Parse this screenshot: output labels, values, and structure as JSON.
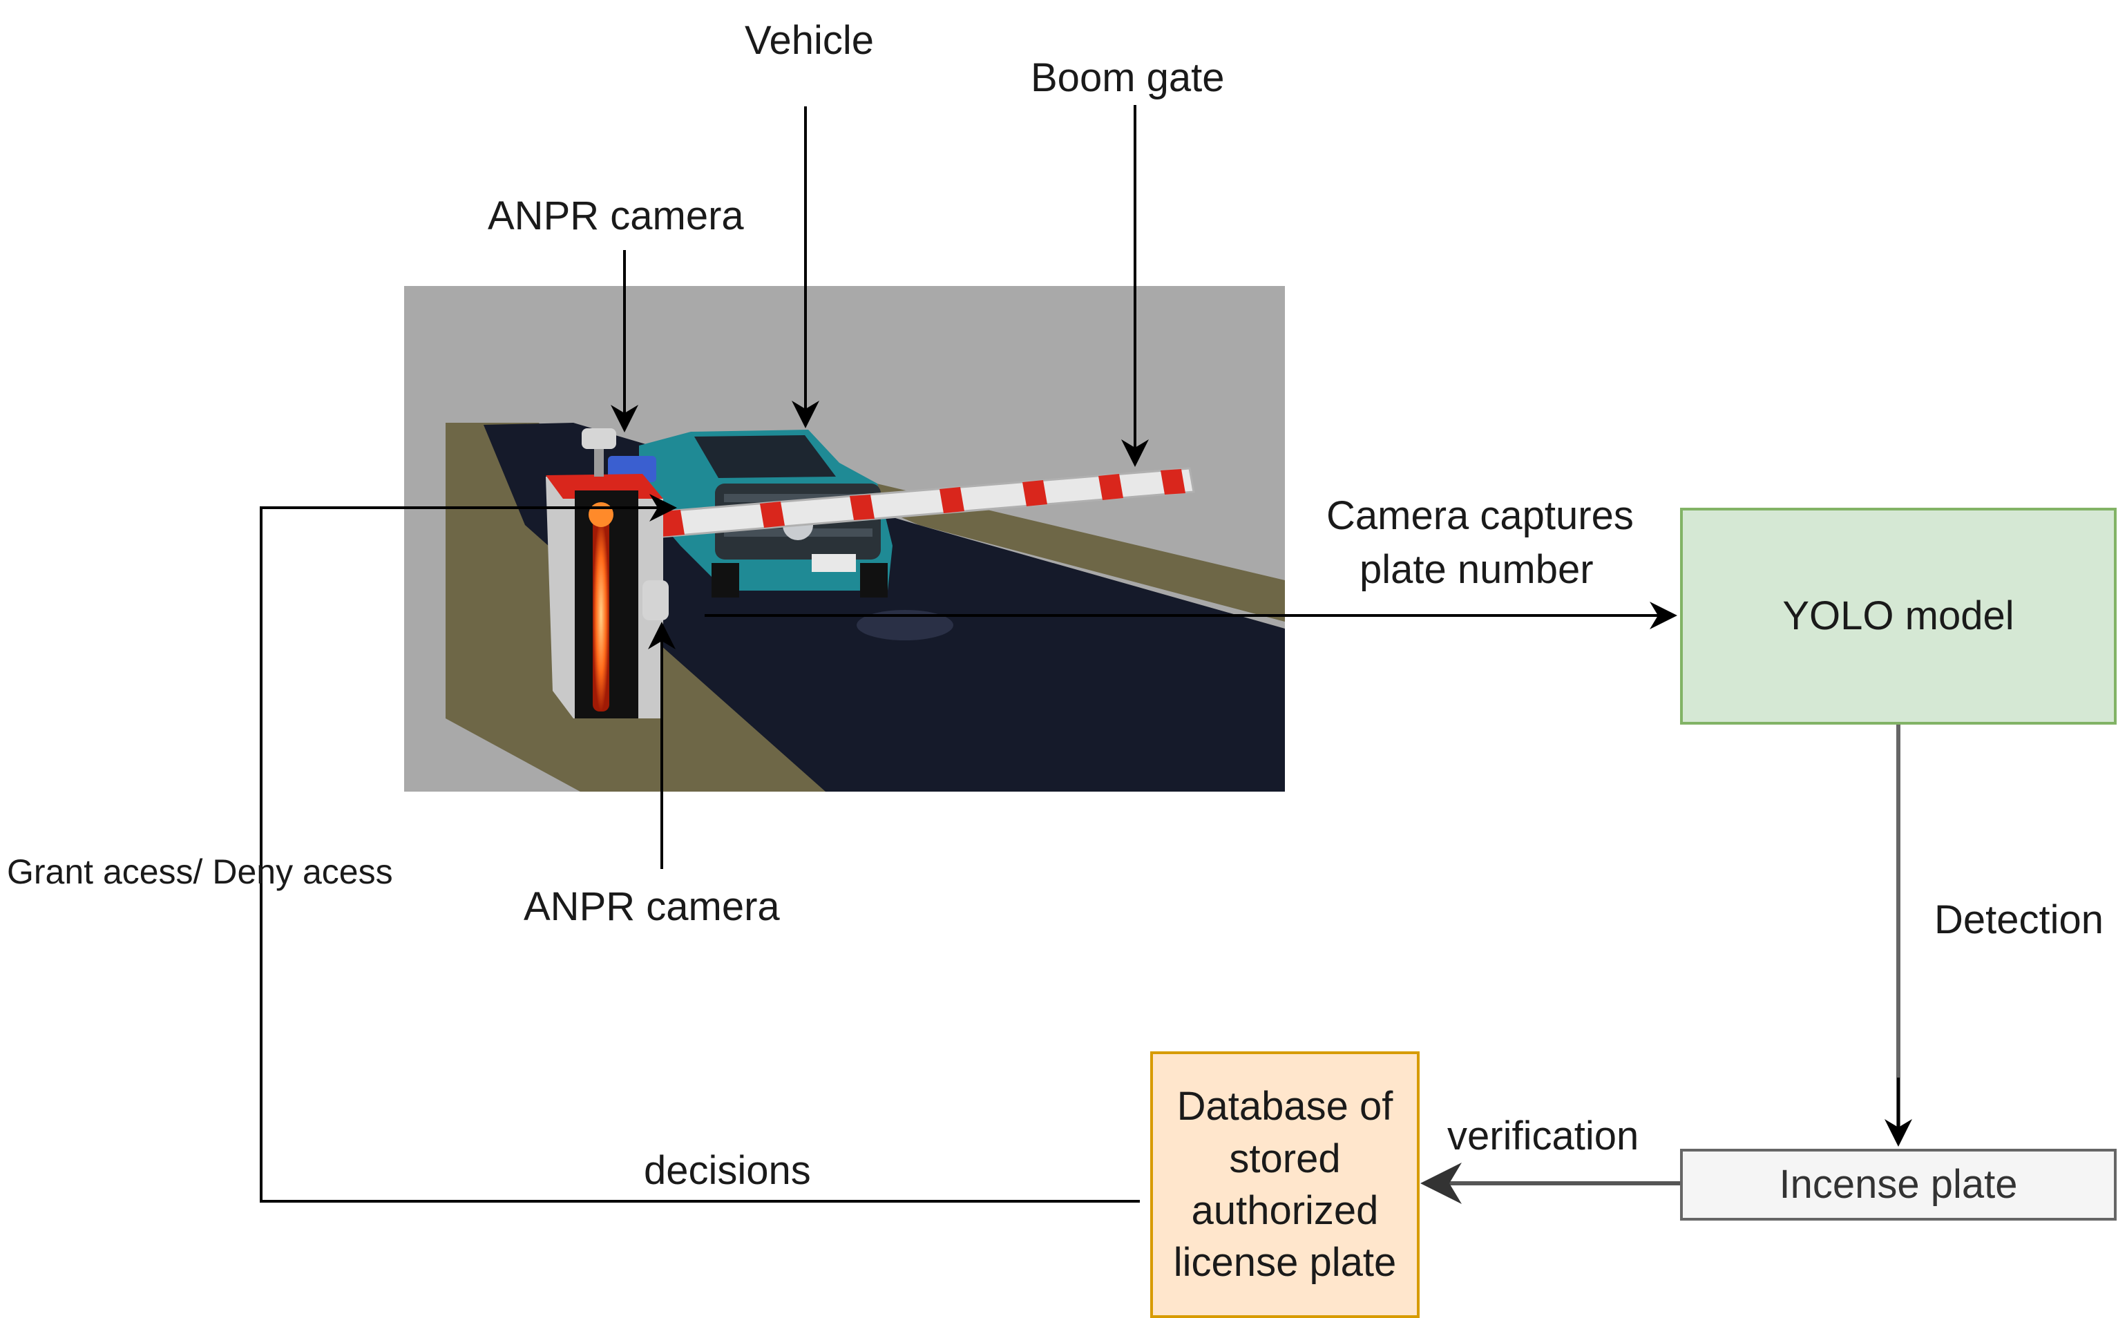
{
  "labels": {
    "vehicle": "Vehicle",
    "boom_gate": "Boom gate",
    "anpr_camera_top": "ANPR camera",
    "anpr_camera_bottom": "ANPR camera",
    "camera_captures_line1": "Camera captures",
    "camera_captures_line2": "plate number",
    "grant_deny": "Grant acess/ Deny acess",
    "detection": "Detection",
    "verification": "verification",
    "decisions": "decisions"
  },
  "boxes": {
    "yolo": "YOLO model",
    "plate": "Incense plate",
    "database_lines": [
      "Database of",
      "stored",
      "authorized",
      "license plate"
    ]
  },
  "colors": {
    "yolo_fill": "#d5e8d4",
    "yolo_stroke": "#82b366",
    "plate_fill": "#f5f5f5",
    "plate_stroke": "#666666",
    "db_fill": "#ffe6cc",
    "db_stroke": "#d79b00",
    "barrier_red": "#d9261c",
    "vehicle_teal": "#1f8a95",
    "road_dark": "#151a2a",
    "curb_olive": "#6e6747"
  }
}
